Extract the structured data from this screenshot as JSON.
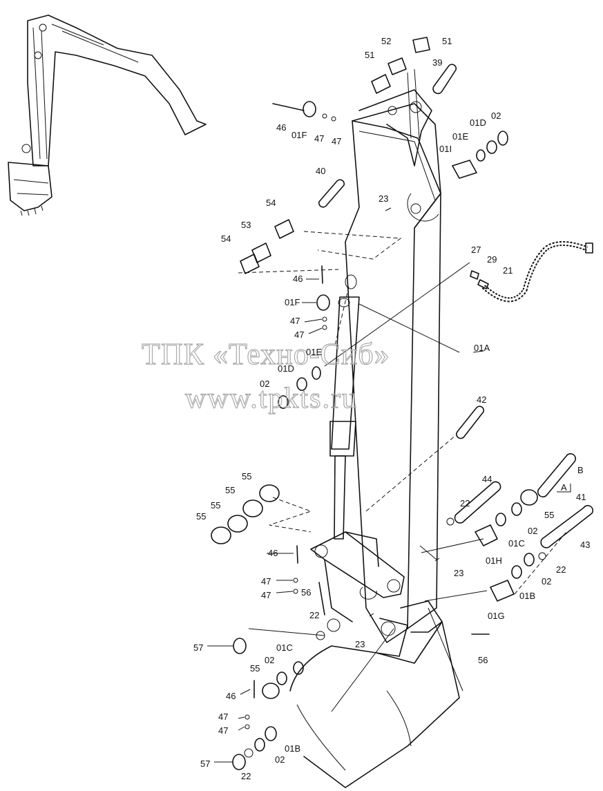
{
  "watermark": {
    "company": "ТПК «Техно-Сиб»",
    "site": "www.tpkts.ru"
  },
  "callouts": {
    "c51a": "51",
    "c52": "52",
    "c51b": "51",
    "c39": "39",
    "c46a": "46",
    "c01Fa": "01F",
    "c47a": "47",
    "c47b": "47",
    "c01Da": "01D",
    "c02a": "02",
    "c01Ea": "01E",
    "c01I": "01I",
    "c40": "40",
    "c23a": "23",
    "c54a": "54",
    "c53": "53",
    "c54b": "54",
    "c27": "27",
    "c29": "29",
    "c21": "21",
    "c46b": "46",
    "c01Fb": "01F",
    "c47c": "47",
    "c47d": "47",
    "c01Eb": "01E",
    "c01A": "01A",
    "c01Db": "01D",
    "c02b": "02",
    "c42": "42",
    "cB": "B",
    "cA": "A",
    "c41": "41",
    "c55a": "55",
    "c55b": "55",
    "c55c": "55",
    "c44": "44",
    "c22a": "22",
    "c55d": "55",
    "c02c": "02",
    "c01Ca": "01C",
    "c43": "43",
    "c46c": "46",
    "c01H": "01H",
    "c23b": "23",
    "c22b": "22",
    "c02d": "02",
    "c47e": "47",
    "c47f": "47",
    "c56a": "56",
    "c01Ba": "01B",
    "c01G": "01G",
    "c22c": "22",
    "c23c": "23",
    "c57a": "57",
    "c01Cb": "01C",
    "c02e": "02",
    "c56b": "56",
    "c55e": "55",
    "c46d": "46",
    "c47g": "47",
    "c47h": "47",
    "c01Bb": "01B",
    "c02f": "02",
    "c57b": "57",
    "c22d": "22"
  }
}
